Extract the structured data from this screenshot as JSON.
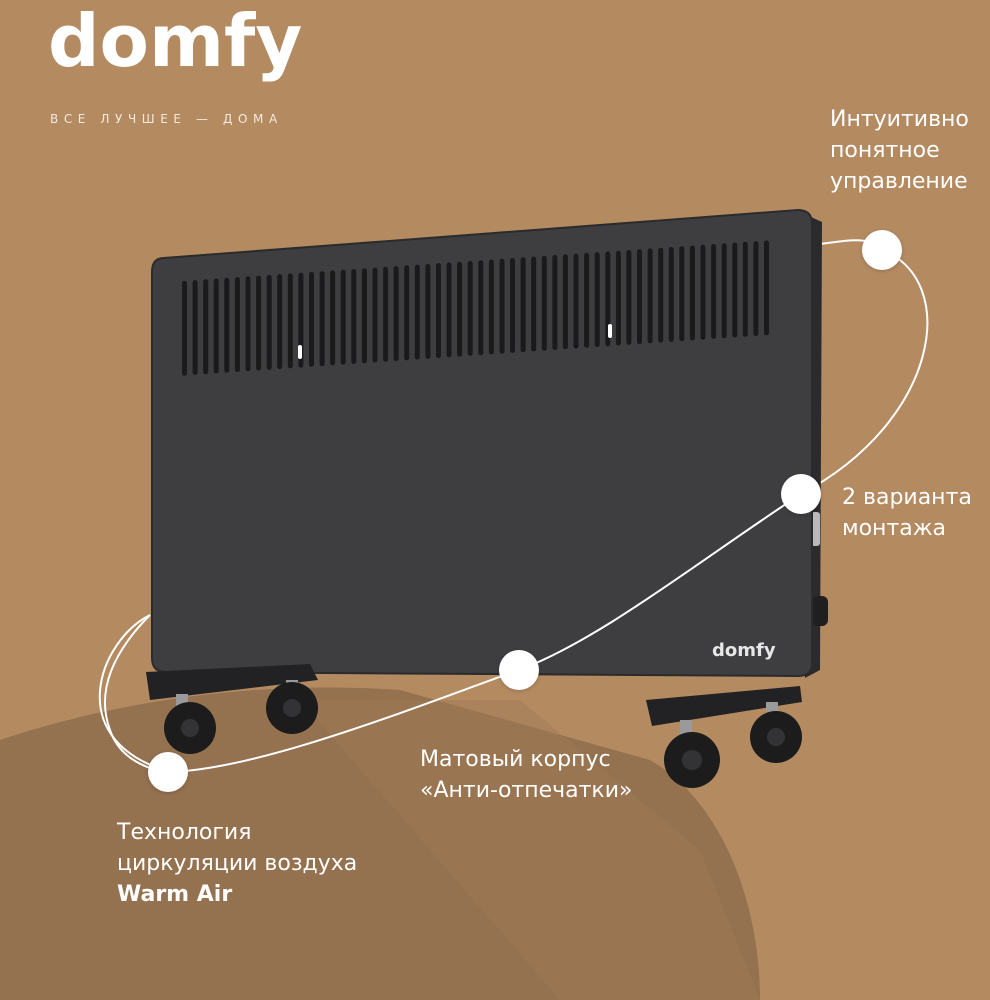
{
  "brand": {
    "logo_text": "domfy",
    "tagline": "ВСЕ ЛУЧШЕЕ — ДОМА",
    "device_logo_text": "domfy"
  },
  "features": {
    "control": [
      "Интуитивно",
      "понятное",
      "управление"
    ],
    "mount": [
      "2 варианта",
      "монтажа"
    ],
    "body": [
      "Матовый корпус",
      "«Анти-отпечатки»"
    ],
    "technology": [
      "Технология",
      "циркуляции воздуха",
      "Warm Air"
    ]
  },
  "colors": {
    "background": "#b48a61",
    "shadow": "#8e6c4c",
    "heater_body": "#3e3e40",
    "heater_edge": "#2b2b2d",
    "accent": "#ffffff"
  },
  "icons": {
    "product": "convector-heater-image",
    "connector": "orbit-line-with-dots"
  }
}
